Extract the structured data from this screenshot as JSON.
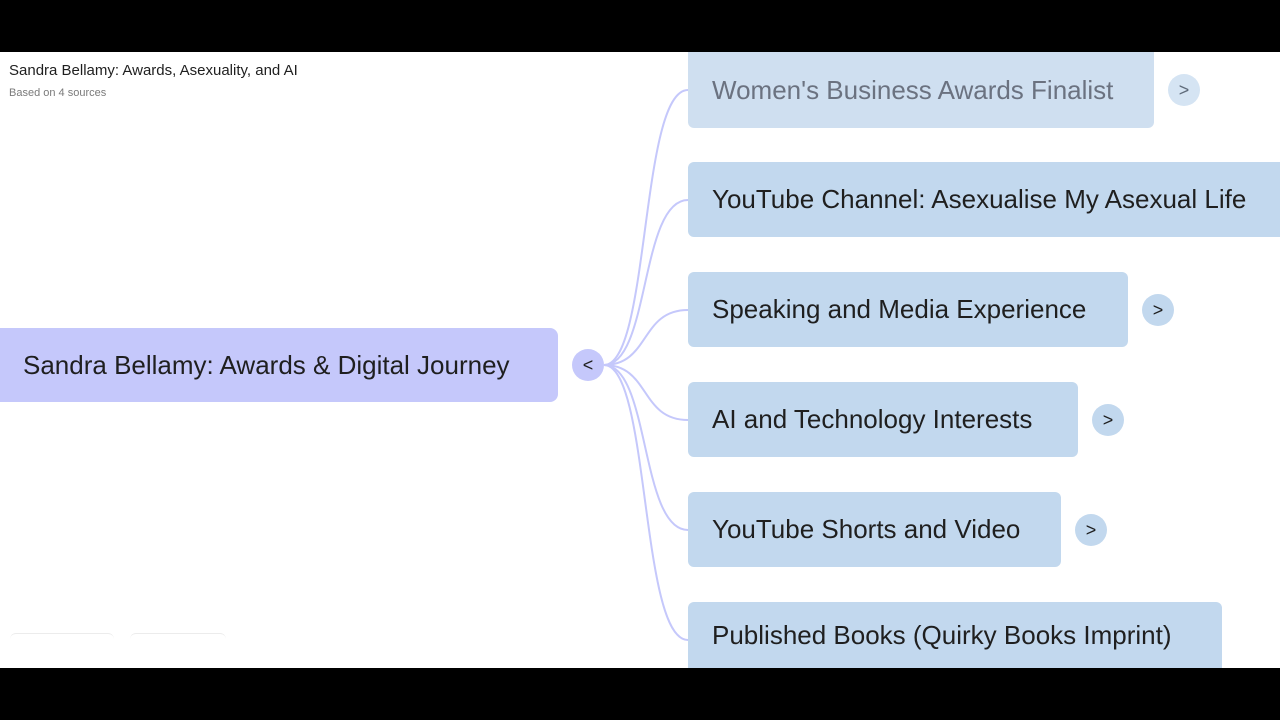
{
  "header": {
    "title": "Sandra Bellamy: Awards, Asexuality, and AI",
    "subtitle": "Based on 4 sources"
  },
  "root": {
    "label": "Sandra Bellamy: Awards & Digital Journey",
    "collapse_glyph": "<"
  },
  "children": [
    {
      "label": "Women's Business Awards Finalist",
      "expand_glyph": ">"
    },
    {
      "label": "YouTube Channel: Asexualise My Asexual Life"
    },
    {
      "label": "Speaking and Media Experience",
      "expand_glyph": ">"
    },
    {
      "label": "AI and Technology Interests",
      "expand_glyph": ">"
    },
    {
      "label": "YouTube Shorts and Video",
      "expand_glyph": ">"
    },
    {
      "label": "Published Books (Quirky Books Imprint)"
    }
  ],
  "colors": {
    "root_fill": "#c5c8fb",
    "child_fill": "#c2d8ee",
    "connector": "#c5c8fb",
    "letterbox": "#000000"
  }
}
